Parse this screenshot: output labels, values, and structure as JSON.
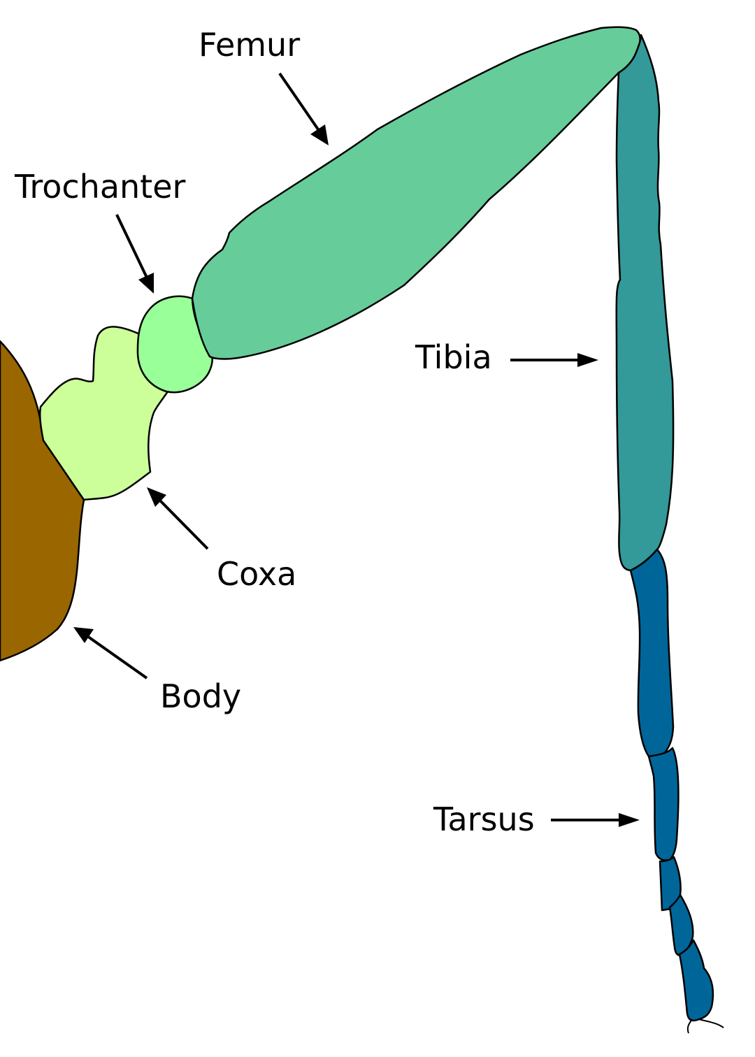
{
  "labels": {
    "femur": "Femur",
    "trochanter": "Trochanter",
    "tibia": "Tibia",
    "coxa": "Coxa",
    "body": "Body",
    "tarsus": "Tarsus"
  },
  "colors": {
    "body": "#996600",
    "coxa": "#ccff99",
    "trochanter": "#99ff99",
    "femur": "#66cc99",
    "tibia": "#339999",
    "tarsus": "#006699",
    "outline": "#000000",
    "background": "#ffffff"
  }
}
